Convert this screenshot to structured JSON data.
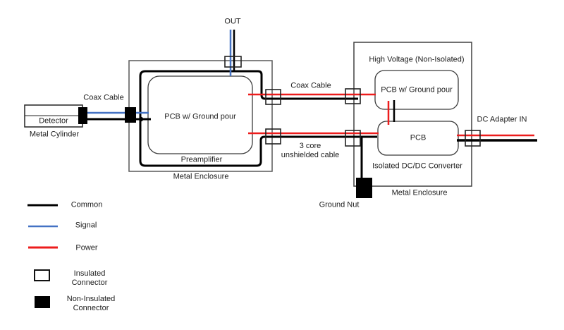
{
  "diagram": {
    "out_label": "OUT",
    "coax_cable_left": "Coax Cable",
    "detector": {
      "label": "Detector",
      "sublabel": "Metal Cylinder"
    },
    "preamp": {
      "pcb_label": "PCB w/ Ground pour",
      "name": "Preamplifier",
      "enclosure_label": "Metal Enclosure"
    },
    "coax_cable_mid": "Coax Cable",
    "three_core_cable": {
      "line1": "3 core",
      "line2": "unshielded cable"
    },
    "hv_unit": {
      "title": "High Voltage (Non-Isolated)",
      "pcb_top_label": "PCB w/ Ground pour",
      "pcb_bottom_label": "PCB",
      "converter_label": "Isolated DC/DC Converter",
      "enclosure_label": "Metal Enclosure"
    },
    "dc_adapter_label": "DC Adapter IN",
    "ground_nut_label": "Ground Nut"
  },
  "legend": {
    "common": "Common",
    "signal": "Signal",
    "power": "Power",
    "insulated": {
      "line1": "Insulated",
      "line2": "Connector"
    },
    "non_insulated": {
      "line1": "Non-Insulated",
      "line2": "Connector"
    }
  },
  "colors": {
    "common": "#000000",
    "signal": "#4472c4",
    "power": "#ed1c1c"
  }
}
